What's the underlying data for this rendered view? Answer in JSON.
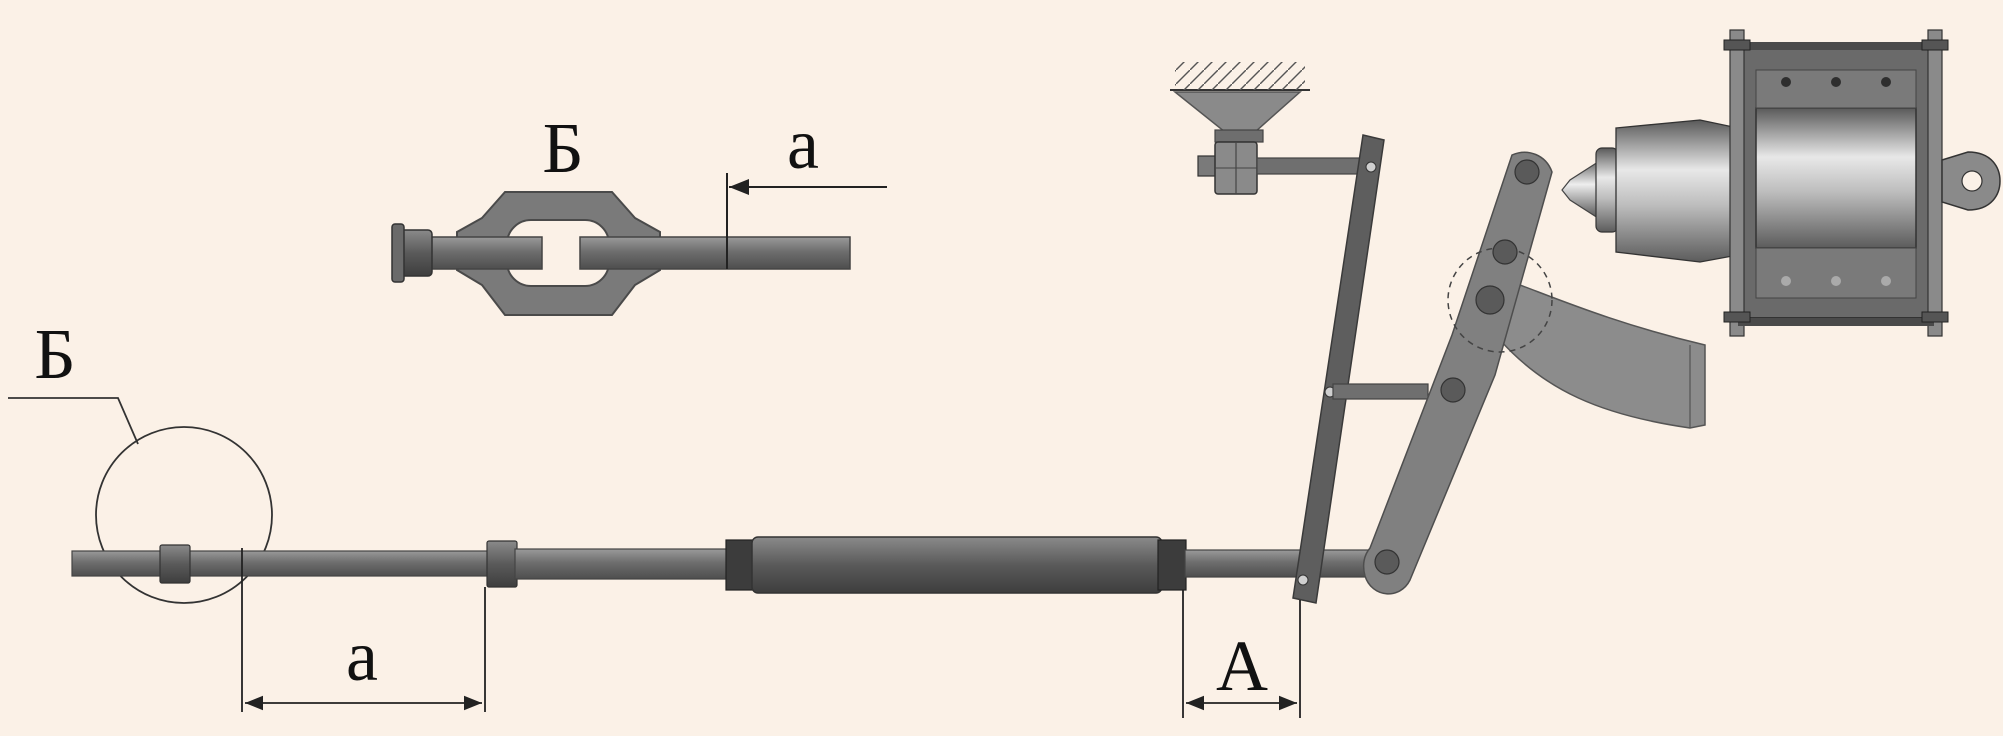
{
  "diagram": {
    "labels": {
      "detail_callout": "Б",
      "detail_title": "Б",
      "detail_dimension": "а",
      "main_dimension": "а",
      "gap_dimension": "А"
    },
    "colors": {
      "background": "#fbf1e7",
      "metal_dark": "#5f5f5f",
      "metal_mid": "#777777",
      "metal_light": "#a9a9a9",
      "line": "#222222"
    }
  }
}
